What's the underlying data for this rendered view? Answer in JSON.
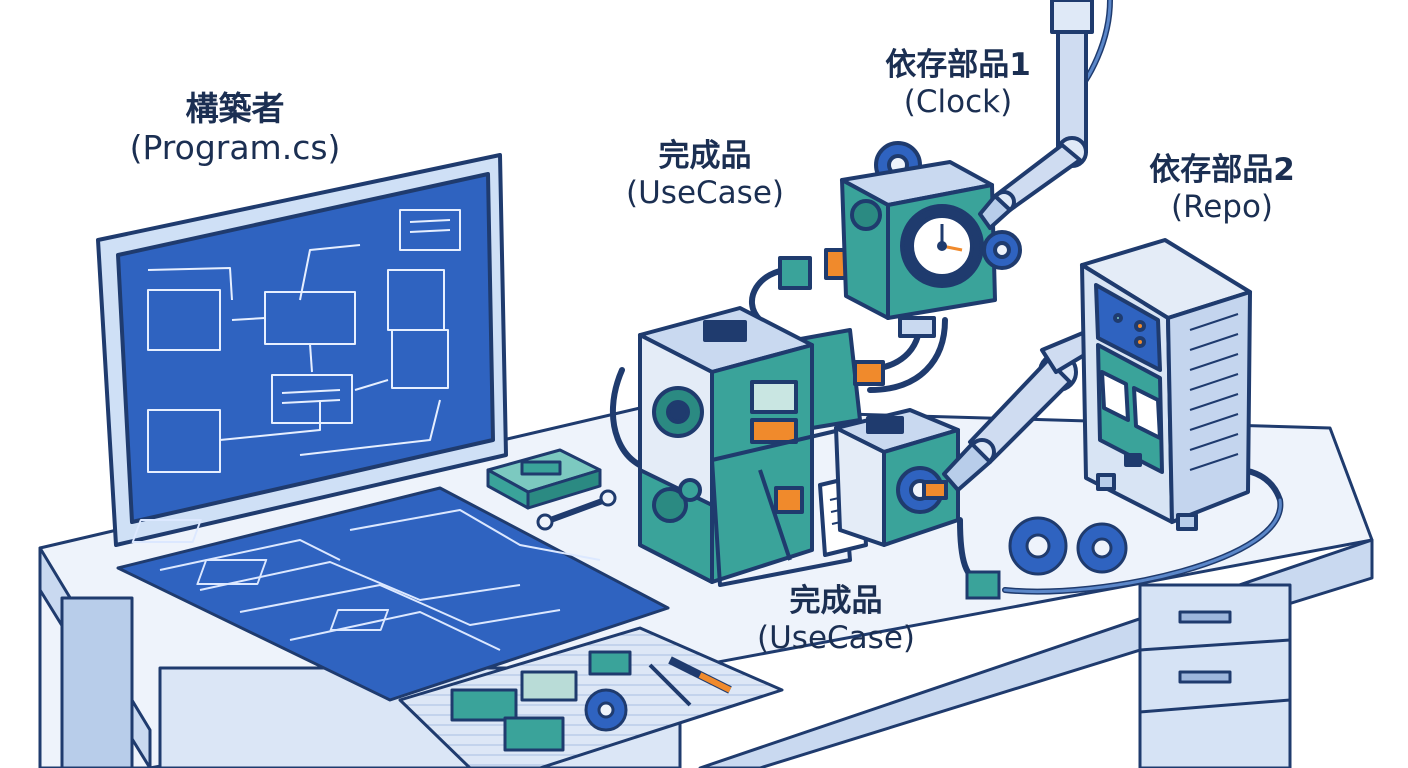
{
  "labels": {
    "builder": {
      "title": "構築者",
      "sub": "(Program.cs)"
    },
    "product1": {
      "title": "完成品",
      "sub": "(UseCase)"
    },
    "dep1": {
      "title": "依存部品1",
      "sub": "(Clock)"
    },
    "dep2": {
      "title": "依存部品2",
      "sub": "(Repo)"
    },
    "product2": {
      "title": "完成品",
      "sub": "(UseCase)"
    }
  },
  "colors": {
    "outline": "#1f3b6e",
    "blueprint": "#2f63c0",
    "desk": "#eef3fb",
    "desk_side": "#c9d9f0",
    "teal": "#3aa39a",
    "teal_light": "#7cc9c0",
    "machine_light": "#e4ecf7",
    "accent_orange": "#f08a2c",
    "server": "#d8e4f4"
  }
}
